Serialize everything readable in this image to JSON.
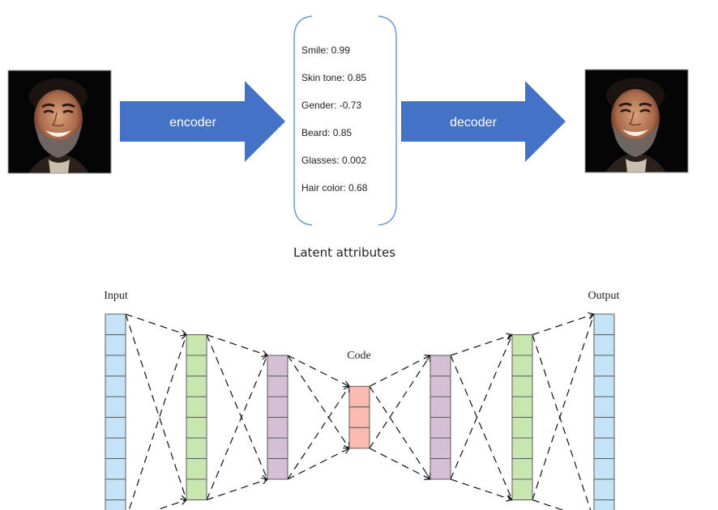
{
  "top_section": {
    "input_image": {
      "description": "portrait of smiling bearded man on black background"
    },
    "encoder_label": "encoder",
    "decoder_label": "decoder",
    "output_image": {
      "description": "reconstructed portrait of smiling bearded man on black background"
    },
    "latent_attributes": [
      {
        "name": "Smile",
        "value": "0.99",
        "label": "Smile: 0.99"
      },
      {
        "name": "Skin tone",
        "value": "0.85",
        "label": "Skin tone: 0.85"
      },
      {
        "name": "Gender",
        "value": "-0.73",
        "label": "Gender: -0.73"
      },
      {
        "name": "Beard",
        "value": "0.85",
        "label": "Beard: 0.85"
      },
      {
        "name": "Glasses",
        "value": "0.002",
        "label": "Glasses: 0.002"
      },
      {
        "name": "Hair color",
        "value": "0.68",
        "label": "Hair color: 0.68"
      }
    ],
    "latent_caption": "Latent attributes"
  },
  "network": {
    "input_label": "Input",
    "code_label": "Code",
    "output_label": "Output",
    "layers": [
      {
        "name": "input",
        "cells": 10,
        "color": "#c5e3f6"
      },
      {
        "name": "encoder-hidden-1",
        "cells": 8,
        "color": "#c9e6b0"
      },
      {
        "name": "encoder-hidden-2",
        "cells": 6,
        "color": "#d5bfd5"
      },
      {
        "name": "code",
        "cells": 3,
        "color": "#fbbab2"
      },
      {
        "name": "decoder-hidden-1",
        "cells": 6,
        "color": "#d5bfd5"
      },
      {
        "name": "decoder-hidden-2",
        "cells": 8,
        "color": "#c9e6b0"
      },
      {
        "name": "output",
        "cells": 10,
        "color": "#c5e3f6"
      }
    ]
  },
  "colors": {
    "arrow_fill": "#4472c4",
    "bracket_stroke": "#6f9ad6"
  }
}
